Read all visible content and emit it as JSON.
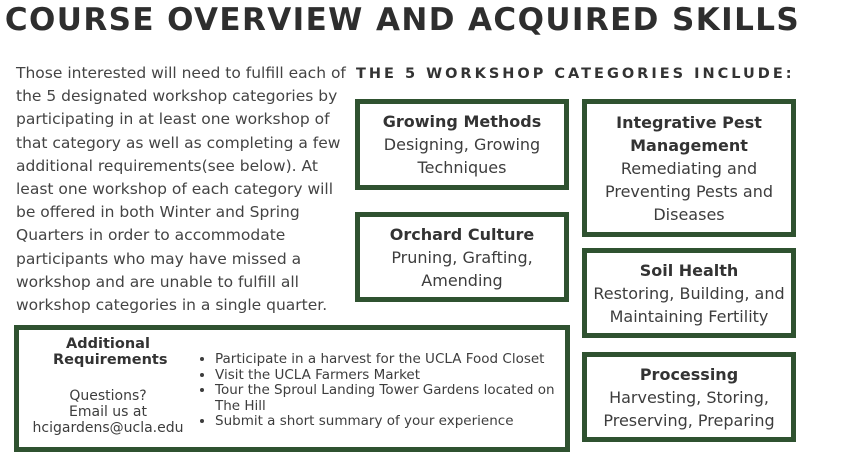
{
  "title": "COURSE OVERVIEW AND ACQUIRED SKILLS",
  "intro": "Those interested will need to fulfill each of the 5 designated workshop categories by participating in at least one workshop of that category as well as completing a few additional requirements(see below). At least one workshop of each category will be offered in both Winter and Spring Quarters in order to accommodate participants who may have missed a workshop and are unable to fulfill all workshop categories in a single quarter.",
  "categories_heading": "THE 5 WORKSHOP CATEGORIES INCLUDE:",
  "categories": {
    "growing": {
      "name": "Growing Methods",
      "desc": "Designing, Growing Techniques"
    },
    "orchard": {
      "name": "Orchard Culture",
      "desc": "Pruning, Grafting, Amending"
    },
    "ipm": {
      "name": "Integrative Pest Management",
      "desc": "Remediating and Preventing Pests and Diseases"
    },
    "soil": {
      "name": "Soil Health",
      "desc": "Restoring, Building, and Maintaining Fertility"
    },
    "processing": {
      "name": "Processing",
      "desc": "Harvesting, Storing, Preserving, Preparing"
    }
  },
  "requirements": {
    "title": "Additional Requirements",
    "questions": "Questions?",
    "email_us": "Email us at",
    "email": "hcigardens@ucla.edu",
    "items": [
      "Participate in a harvest for the UCLA Food Closet",
      "Visit the UCLA Farmers Market",
      "Tour the Sproul Landing Tower Gardens located on The Hill",
      "Submit a short summary of your experience"
    ]
  }
}
